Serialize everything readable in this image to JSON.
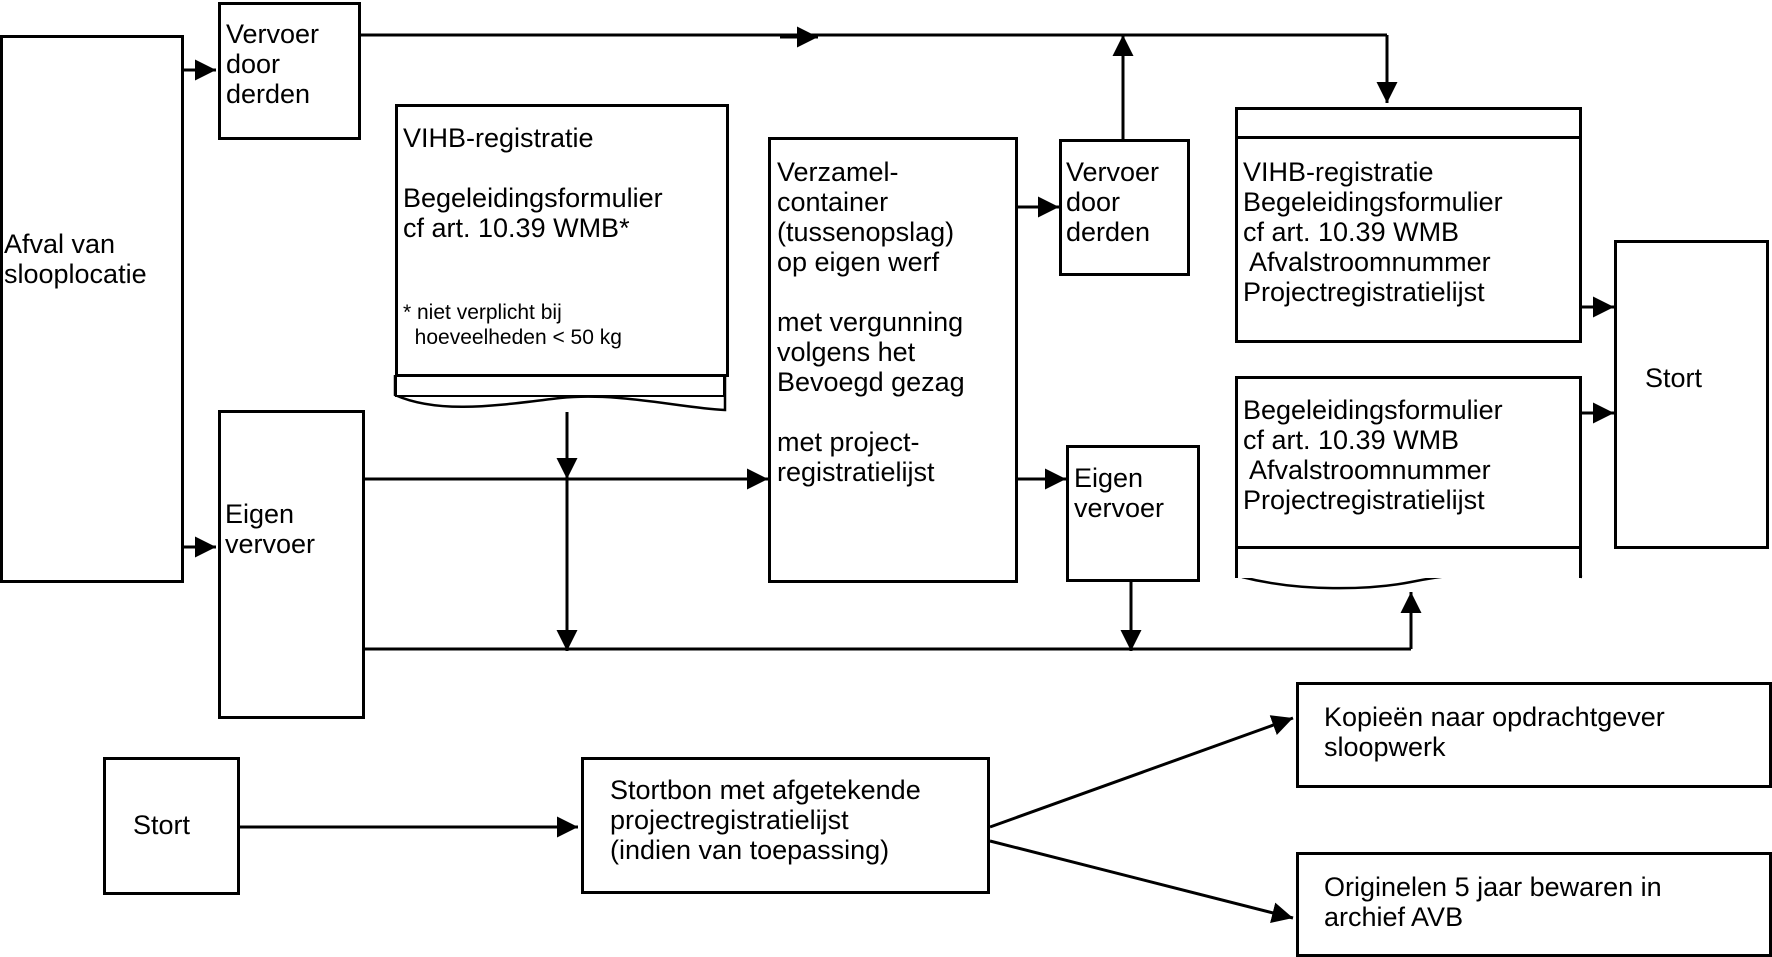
{
  "nodes": {
    "afval": "Afval van\nslooplocatie",
    "vervoer_derden_1": "Vervoer\ndoor\nderden",
    "eigen_vervoer_1": "Eigen\nvervoer",
    "vihb_doc": "VIHB-registratie\n\nBegeleidingsformulier\ncf art. 10.39 WMB*",
    "vihb_note": "* niet verplicht bij\n  hoeveelheden < 50 kg",
    "verzamel": "Verzamel-\ncontainer\n(tussenopslag)\nop eigen werf\n\nmet vergunning\nvolgens het\nBevoegd gezag\n\nmet project-\nregistratielijst",
    "vervoer_derden_2": "Vervoer\ndoor\nderden",
    "eigen_vervoer_2": "Eigen\nvervoer",
    "doc_top": "VIHB-registratie\nBegeleidingsformulier\ncf art. 10.39 WMB\n Afvalstroomnummer\nProjectregistratielijst",
    "doc_bottom": "Begeleidingsformulier\ncf art. 10.39 WMB\n Afvalstroomnummer\nProjectregistratielijst",
    "stort_right": "Stort",
    "stort_bottom": "Stort",
    "stortbon": "Stortbon met afgetekende\nprojectregistratielijst\n(indien van toepassing)",
    "kopieen": "Kopieën naar opdrachtgever\nsloopwerk",
    "originelen": "Originelen 5 jaar bewaren in\narchief AVB"
  }
}
